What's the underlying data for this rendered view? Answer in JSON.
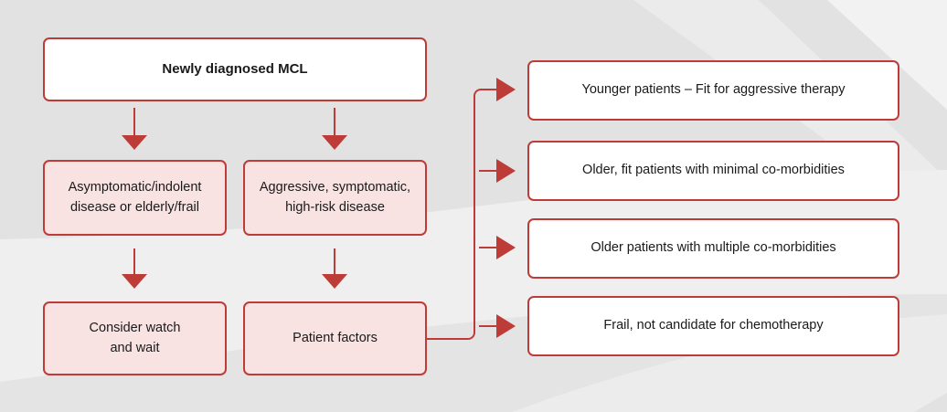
{
  "diagram": {
    "title": "Newly diagnosed MCL treatment pathway",
    "colors": {
      "border": "#be3c38",
      "pink_fill": "#f8e2e2",
      "white_fill": "#ffffff",
      "background_dark": "#e2e2e2",
      "background_light": "#f0f0f0",
      "text": "#1a1a1a"
    },
    "nodes": {
      "root": {
        "label": "Newly diagnosed MCL"
      },
      "branch_left": {
        "label": "Asymptomatic/indolent\ndisease or elderly/frail"
      },
      "branch_right": {
        "label": "Aggressive, symptomatic,\nhigh-risk disease"
      },
      "outcome_left": {
        "label": "Consider watch\nand wait"
      },
      "outcome_right": {
        "label": "Patient factors"
      }
    },
    "patient_factor_options": [
      {
        "label": "Younger patients – Fit for aggressive therapy"
      },
      {
        "label": "Older, fit patients with minimal co-morbidities"
      },
      {
        "label": "Older patients with multiple co-morbidities"
      },
      {
        "label": "Frail, not candidate for chemotherapy"
      }
    ],
    "connector_names": [
      "arrow-root-to-left-branch",
      "arrow-root-to-right-branch",
      "arrow-left-branch-to-watch-wait",
      "arrow-right-branch-to-patient-factors",
      "trunk-patient-factors-to-options"
    ]
  }
}
